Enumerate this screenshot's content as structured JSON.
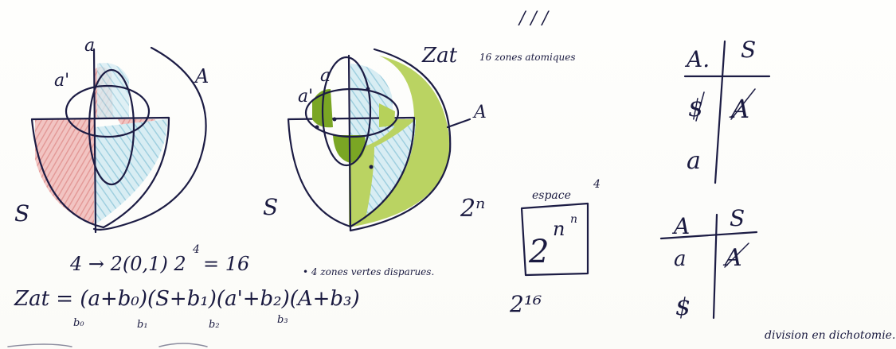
{
  "colors": {
    "ink": "#1c1c44",
    "pink": "#e8a0a0",
    "light_blue": "#bfe0ea",
    "green": "#a8c84a",
    "dark_green": "#6f9a1c",
    "paper": "#fdfdfb"
  },
  "top_marks": "/ / /",
  "diagram_left": {
    "label_a": "a",
    "label_a_prime": "a'",
    "label_A": "A",
    "label_S": "S"
  },
  "diagram_middle": {
    "label_a": "a",
    "label_a_prime": "a'",
    "label_A": "A",
    "label_S": "S",
    "caption_head": "Zat",
    "caption_tail": "16 zones atomiques"
  },
  "space_box": {
    "top_exponent": "2ⁿ",
    "box_label": "espace",
    "box_corner": "4",
    "box_content_base": "2",
    "box_content_exp": "n",
    "box_content_exp2": "n",
    "bottom": "2¹⁶"
  },
  "tables": [
    {
      "col1_header": "A.",
      "col2_header": "S",
      "col1_rows": [
        "$",
        "a"
      ],
      "col2_rows": [
        "A"
      ]
    },
    {
      "col1_header": "A",
      "col2_header": "S",
      "col1_rows": [
        "a",
        "$"
      ],
      "col2_rows": [
        "A"
      ]
    }
  ],
  "equations": {
    "line1": "4 → 2(0,1) 2",
    "line1_exp": "4",
    "line1_tail": "= 16",
    "note": "• 4 zones vertes disparues.",
    "line2": "Zat = (a+b₀)(S+b₁)(a'+b₂)(A+b₃)",
    "subs": [
      "b₀",
      "b₁",
      "b₂",
      "b₃"
    ]
  },
  "footer_note": "division en dichotomie."
}
